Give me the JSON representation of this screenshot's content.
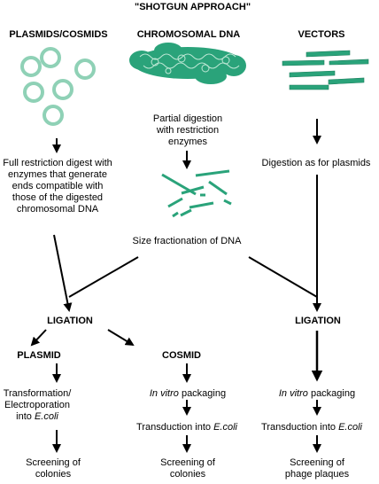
{
  "title": "\"SHOTGUN APPROACH\"",
  "columns": {
    "plasmids": "PLASMIDS/COSMIDS",
    "chromosomal": "CHROMOSOMAL DNA",
    "vectors": "VECTORS"
  },
  "steps": {
    "partial_digestion": [
      "Partial digestion",
      "with restriction",
      "enzymes"
    ],
    "full_digest": [
      "Full restriction digest with",
      "enzymes that generate",
      "ends compatible with",
      "those of the digested",
      "chromosomal DNA"
    ],
    "vector_digestion": "Digestion as for plasmids",
    "size_fractionation": "Size fractionation of DNA",
    "ligation_left": "LIGATION",
    "ligation_right": "LIGATION",
    "plasmid": "PLASMID",
    "cosmid": "COSMID",
    "transformation": [
      "Transformation/",
      "Electroporation",
      "into"
    ],
    "transformation_organism": "E.coli",
    "cosmid_packaging_italic": "In vitro",
    "cosmid_packaging": " packaging",
    "cosmid_transduction": "Transduction into ",
    "cosmid_transduction_organism": "E.coli",
    "vector_packaging_italic": "In vitro",
    "vector_packaging": " packaging",
    "vector_transduction": "Transduction into ",
    "vector_transduction_organism": "E.coli",
    "screen_plasmid": [
      "Screening of",
      "colonies"
    ],
    "screen_cosmid": [
      "Screening of",
      "colonies"
    ],
    "screen_vector": [
      "Screening of",
      "phage plaques"
    ]
  },
  "colors": {
    "dna_green": "#2aa37a",
    "plasmid_ring": "#8fd1b6",
    "arrow": "#000000"
  }
}
